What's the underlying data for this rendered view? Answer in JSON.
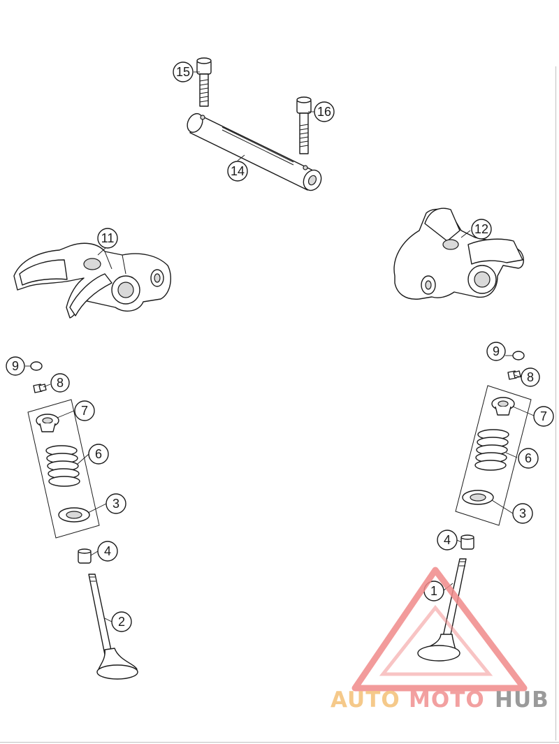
{
  "callouts": {
    "c1": "1",
    "c2": "2",
    "c3_left": "3",
    "c3_right": "3",
    "c4_left": "4",
    "c4_right": "4",
    "c6_left": "6",
    "c6_right": "6",
    "c7_left": "7",
    "c7_right": "7",
    "c8_left": "8",
    "c8_right": "8",
    "c9_left": "9",
    "c9_right": "9",
    "c11": "11",
    "c12": "12",
    "c14": "14",
    "c15": "15",
    "c16": "16"
  },
  "watermark": {
    "part1": "AUTO",
    "part2": "MOTO",
    "part3": "HUB",
    "color1": "#f5c98a",
    "color2": "#f2a0a0",
    "color3": "#9a9a9a",
    "triangle_color": "#f08a8a"
  }
}
